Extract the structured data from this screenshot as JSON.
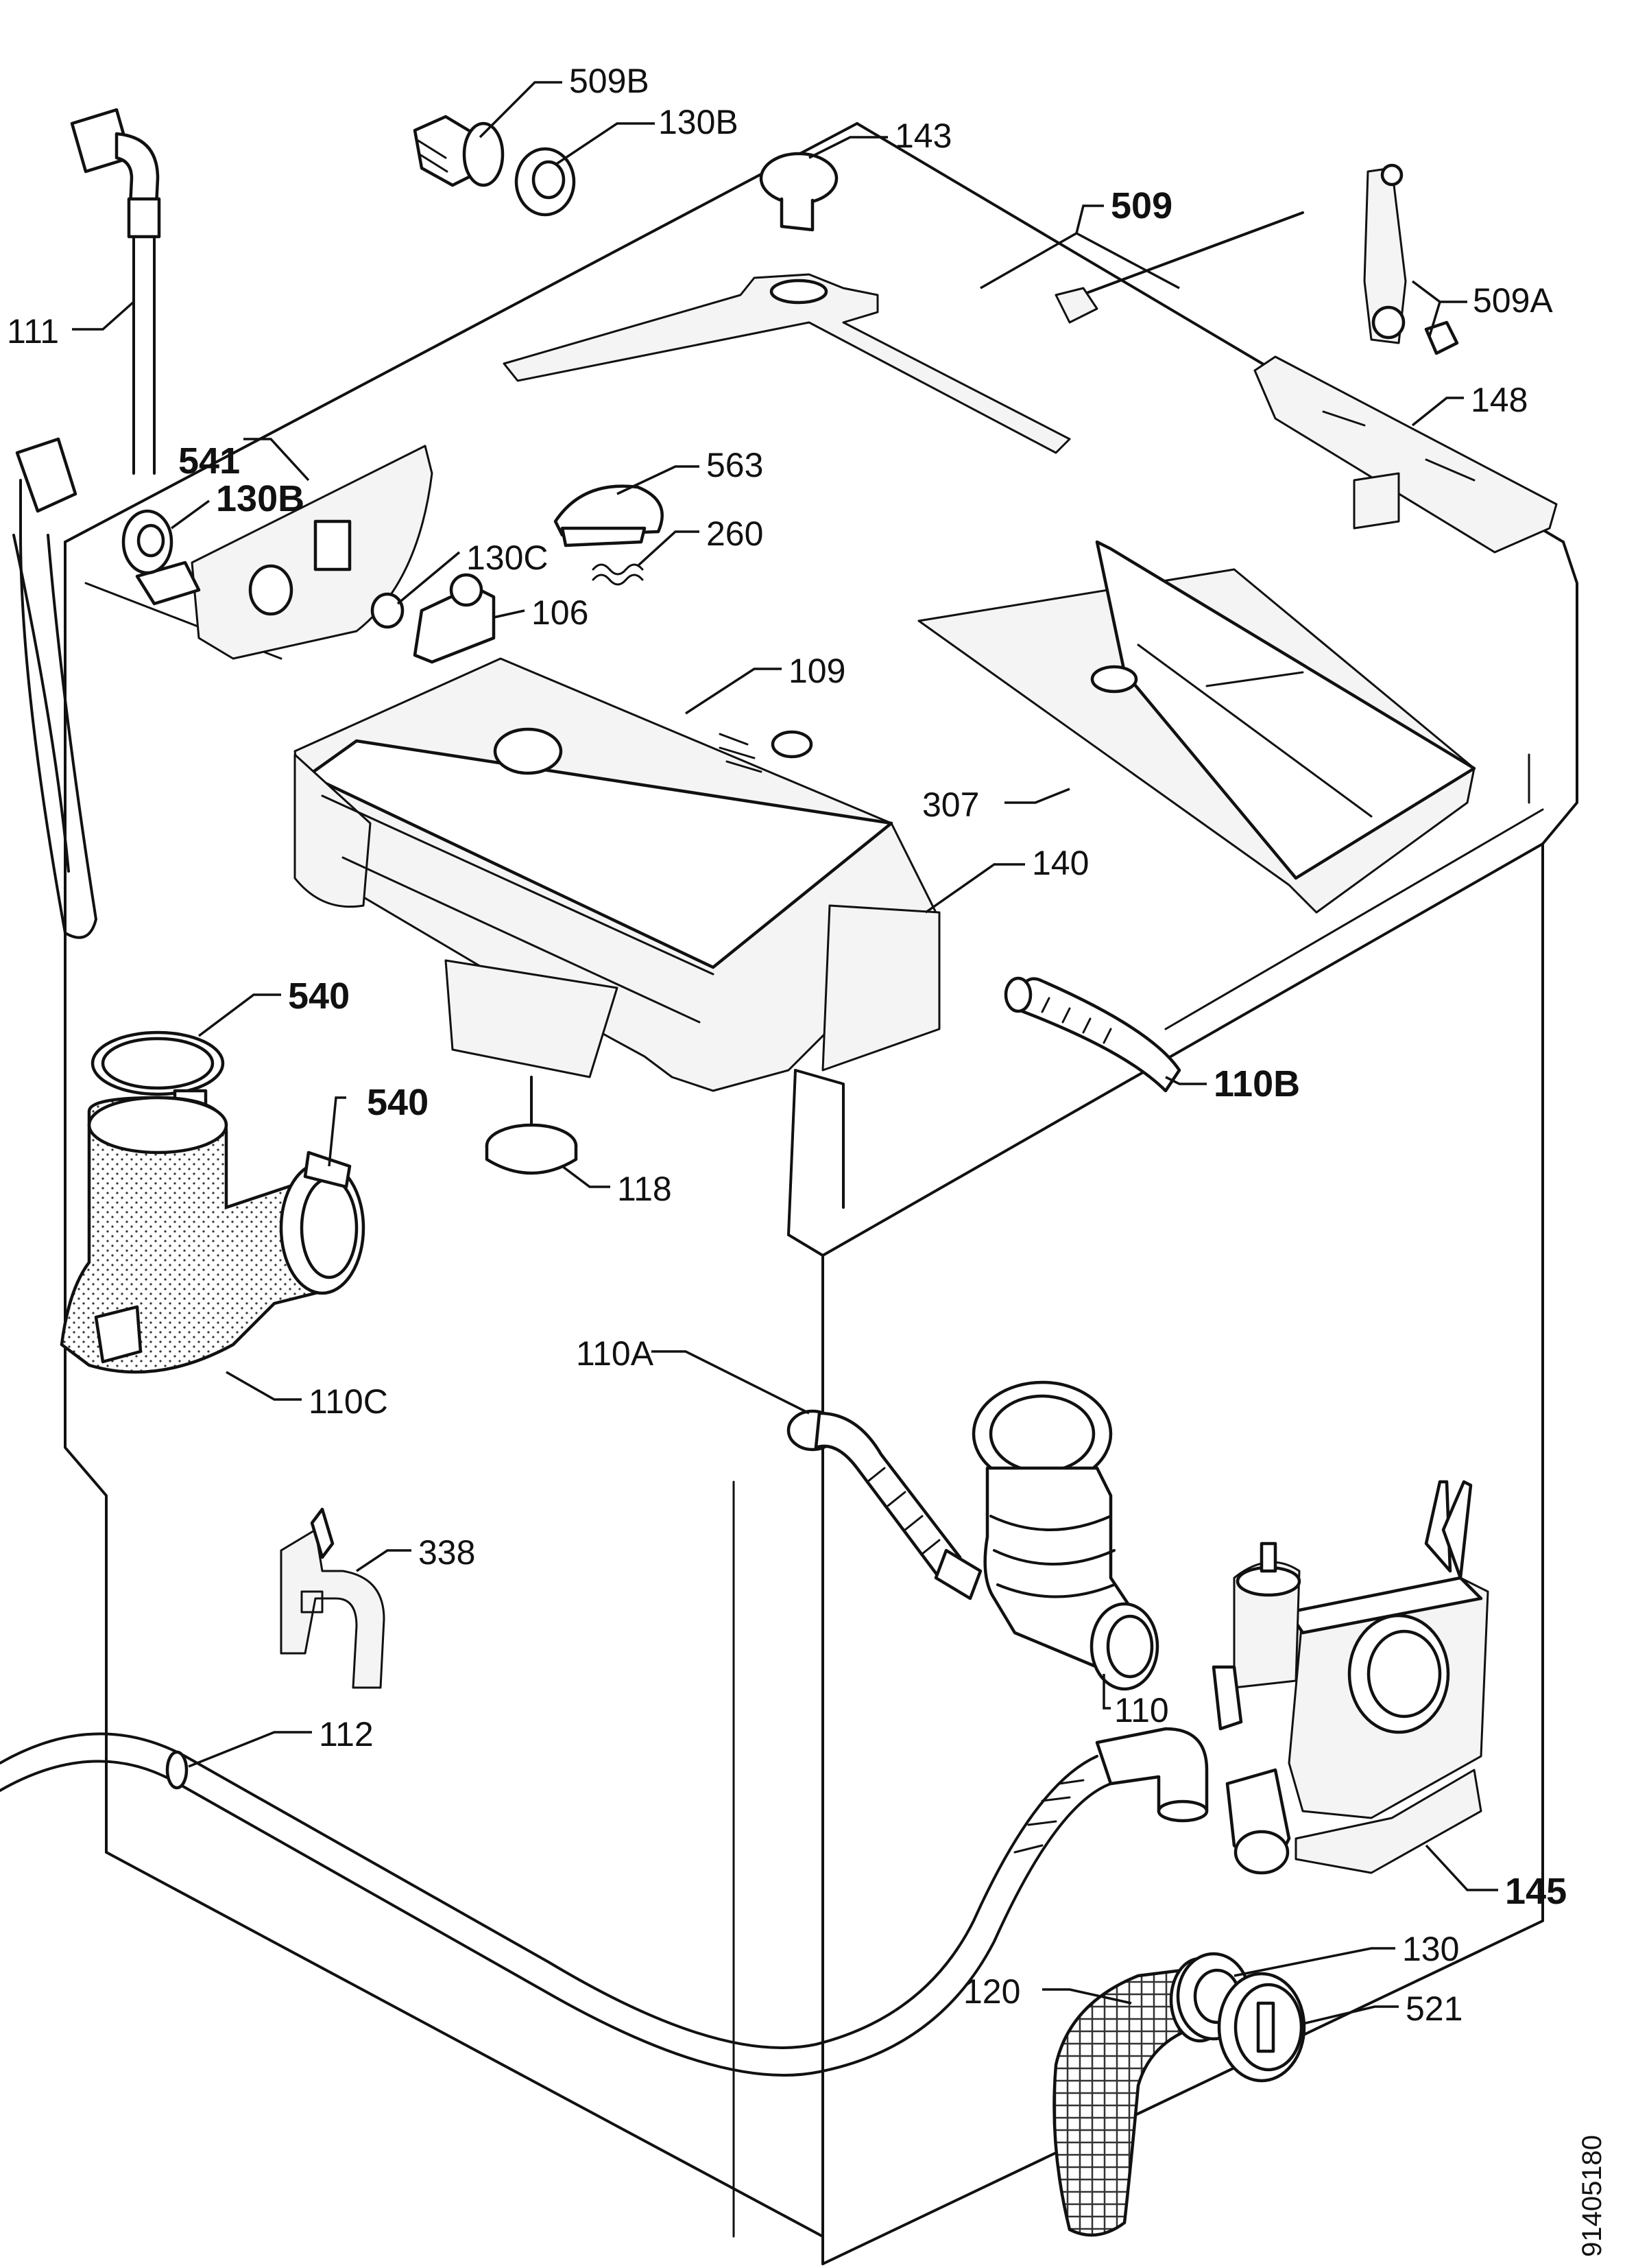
{
  "labels": {
    "p509b": "509B",
    "p130b_top": "130B",
    "p143": "143",
    "p509": "509",
    "p509a": "509A",
    "p111": "111",
    "p148": "148",
    "p541": "541",
    "p130b_mid": "130B",
    "p563": "563",
    "p260": "260",
    "p130c": "130C",
    "p106": "106",
    "p109": "109",
    "p307": "307",
    "p140": "140",
    "p540_top": "540",
    "p540_mid": "540",
    "p110b": "110B",
    "p118": "118",
    "p110c": "110C",
    "p110a": "110A",
    "p338": "338",
    "p110": "110",
    "p112": "112",
    "p145": "145",
    "p130": "130",
    "p120": "120",
    "p521": "521"
  },
  "drawing_number": "91405180"
}
